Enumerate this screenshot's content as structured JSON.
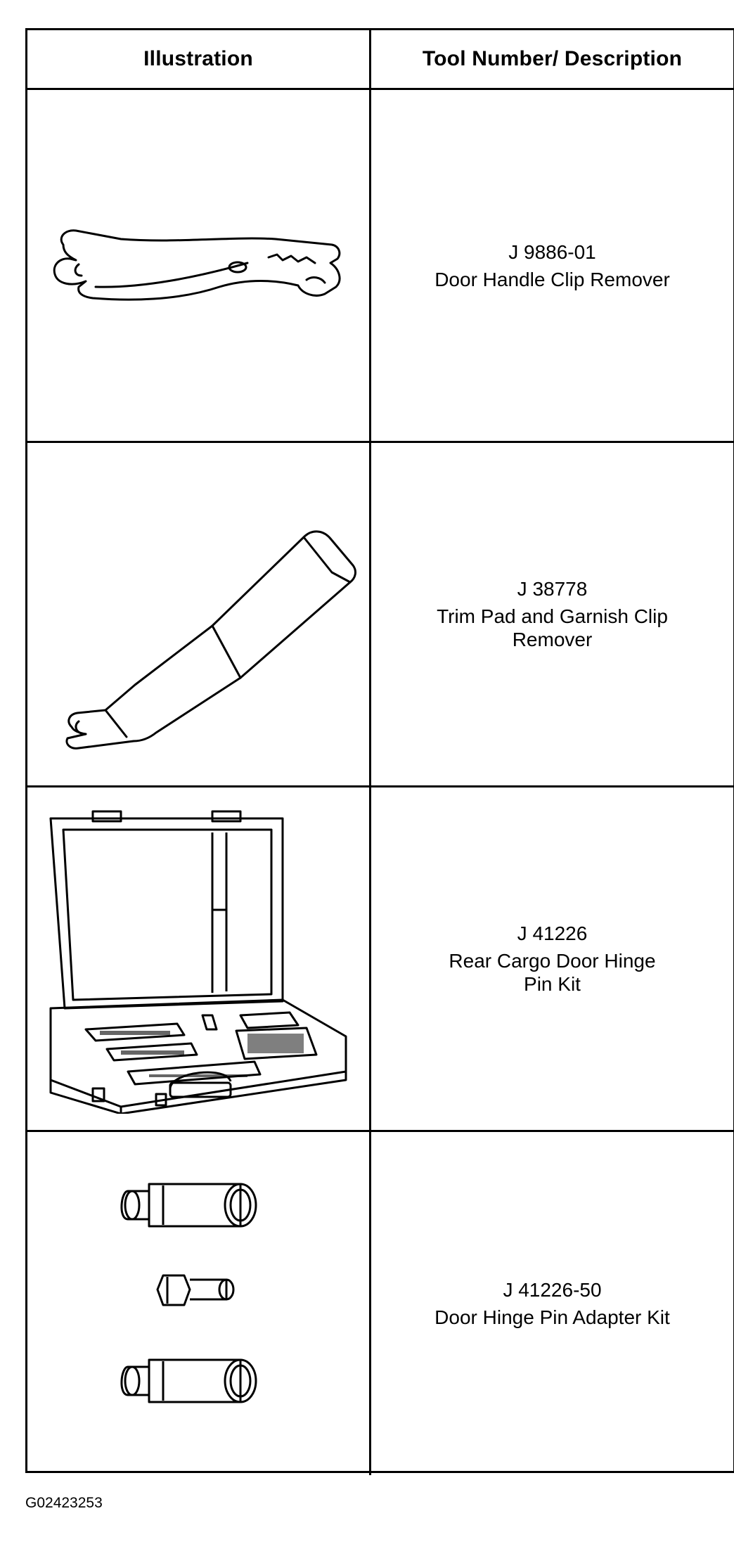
{
  "table": {
    "headers": {
      "illustration": "Illustration",
      "description": "Tool Number/ Description"
    },
    "rows": [
      {
        "tool_number": "J 9886-01",
        "description_lines": [
          "Door Handle Clip Remover"
        ],
        "icon": "door-handle-clip-remover-icon"
      },
      {
        "tool_number": "J 38778",
        "description_lines": [
          "Trim Pad and Garnish Clip",
          "Remover"
        ],
        "icon": "trim-pad-clip-remover-icon"
      },
      {
        "tool_number": "J 41226",
        "description_lines": [
          "Rear Cargo Door Hinge",
          "Pin Kit"
        ],
        "icon": "hinge-pin-kit-case-icon"
      },
      {
        "tool_number": "J 41226-50",
        "description_lines": [
          "Door Hinge Pin Adapter Kit"
        ],
        "icon": "hinge-pin-adapter-kit-icon"
      }
    ]
  },
  "figure_id": "G02423253"
}
